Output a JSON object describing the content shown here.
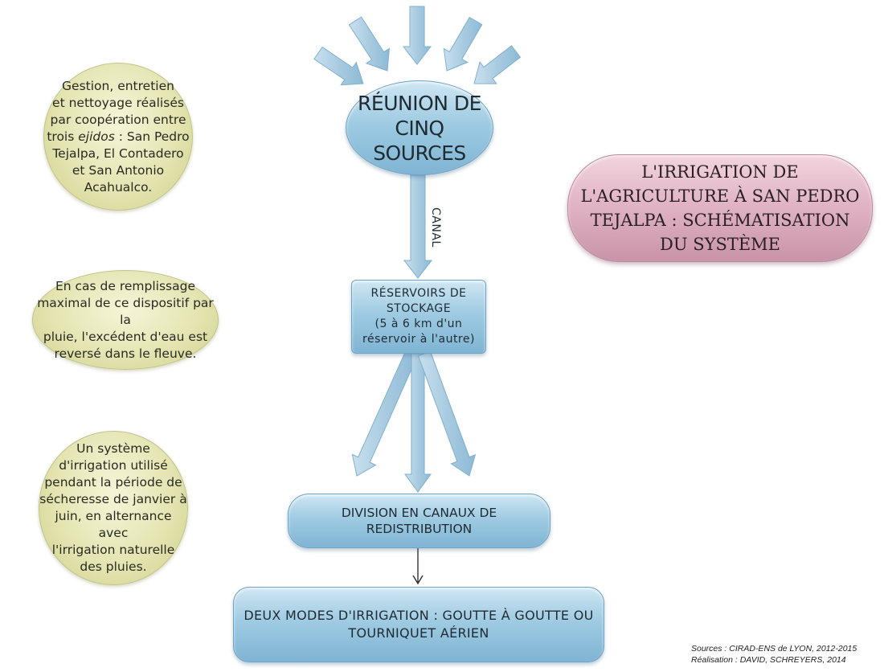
{
  "diagram": {
    "source_node": {
      "lines": [
        "RÉUNION DE",
        "CINQ",
        "SOURCES"
      ]
    },
    "canal_label": "CANAL",
    "reservoir_node": {
      "lines": [
        "RÉSERVOIRS DE",
        "STOCKAGE",
        "(5 à 6 km d'un",
        "réservoir à l'autre)"
      ]
    },
    "division_node": {
      "lines": [
        "DIVISION EN CANAUX DE",
        "REDISTRIBUTION"
      ]
    },
    "modes_node": {
      "lines": [
        "DEUX MODES D'IRRIGATION : GOUTTE À GOUTTE OU",
        "TOURNIQUET AÉRIEN"
      ]
    },
    "title": {
      "lines": [
        "L'IRRIGATION DE",
        "L'AGRICULTURE À SAN PEDRO",
        "TEJALPA : SCHÉMATISATION",
        "DU SYSTÈME"
      ]
    },
    "notes": {
      "management": {
        "line1": "Gestion, entretien",
        "line2": "et nettoyage réalisés",
        "line3": "par coopération entre",
        "line4_prefix": "trois ",
        "line4_italic": "ejidos",
        "line4_suffix": " : San Pedro",
        "line5": "Tejalpa, El Contadero",
        "line6": "et San Antonio",
        "line7": "Acahualco."
      },
      "overflow": {
        "lines": [
          "En cas de remplissage",
          "maximal de ce dispositif par la",
          "pluie, l'excédent d'eau est",
          "reversé dans le fleuve."
        ]
      },
      "system": {
        "lines": [
          "Un système",
          "d'irrigation utilisé",
          "pendant la période de",
          "sécheresse de janvier à",
          "juin, en alternance avec",
          "l'irrigation naturelle",
          "des pluies."
        ]
      }
    },
    "credits": {
      "sources": "Sources : CIRAD-ENS de LYON, 2012-2015",
      "realisation": "Réalisation : DAVID, SCHREYERS, 2014"
    },
    "colors": {
      "blue_node": "#9fcbe2",
      "green_note": "#e4e5b2",
      "pink_title": "#e3b8c8",
      "arrow_fill": "#a9cbe0"
    }
  }
}
